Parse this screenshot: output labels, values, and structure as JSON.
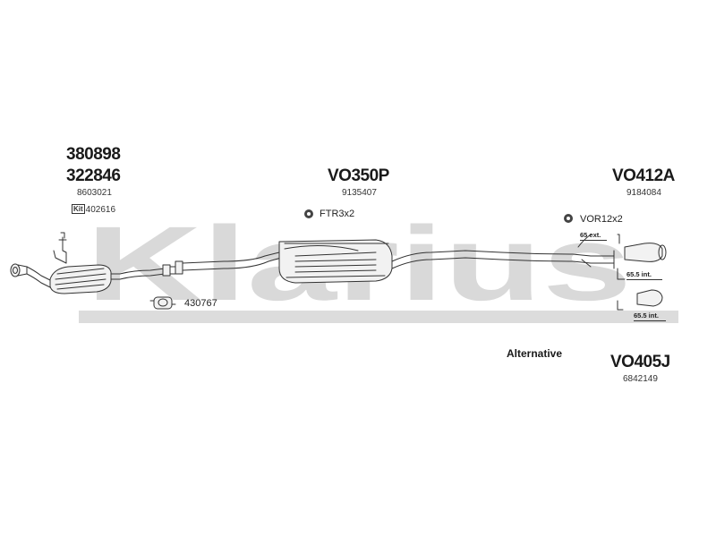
{
  "watermark": "Klarius",
  "parts": {
    "catalyst": {
      "code_1": "380898",
      "code_2": "322846",
      "ref": "8603021",
      "kit_badge": "Kit",
      "kit_code": "402616",
      "clamp_code": "430767"
    },
    "middle_silencer": {
      "code": "VO350P",
      "ref": "9135407",
      "fitting": "FTR3x2"
    },
    "rear_silencer": {
      "code": "VO412A",
      "ref": "9184084",
      "fitting": "VOR12x2",
      "dim_ext": "65 ext.",
      "dim_int_1": "65.5 int.",
      "dim_int_2": "65.5 int."
    },
    "alternative": {
      "label": "Alternative",
      "code": "VO405J",
      "ref": "6842149"
    }
  },
  "colors": {
    "watermark": "#d9d9d9",
    "line": "#333333",
    "fill": "#f2f2f2"
  }
}
